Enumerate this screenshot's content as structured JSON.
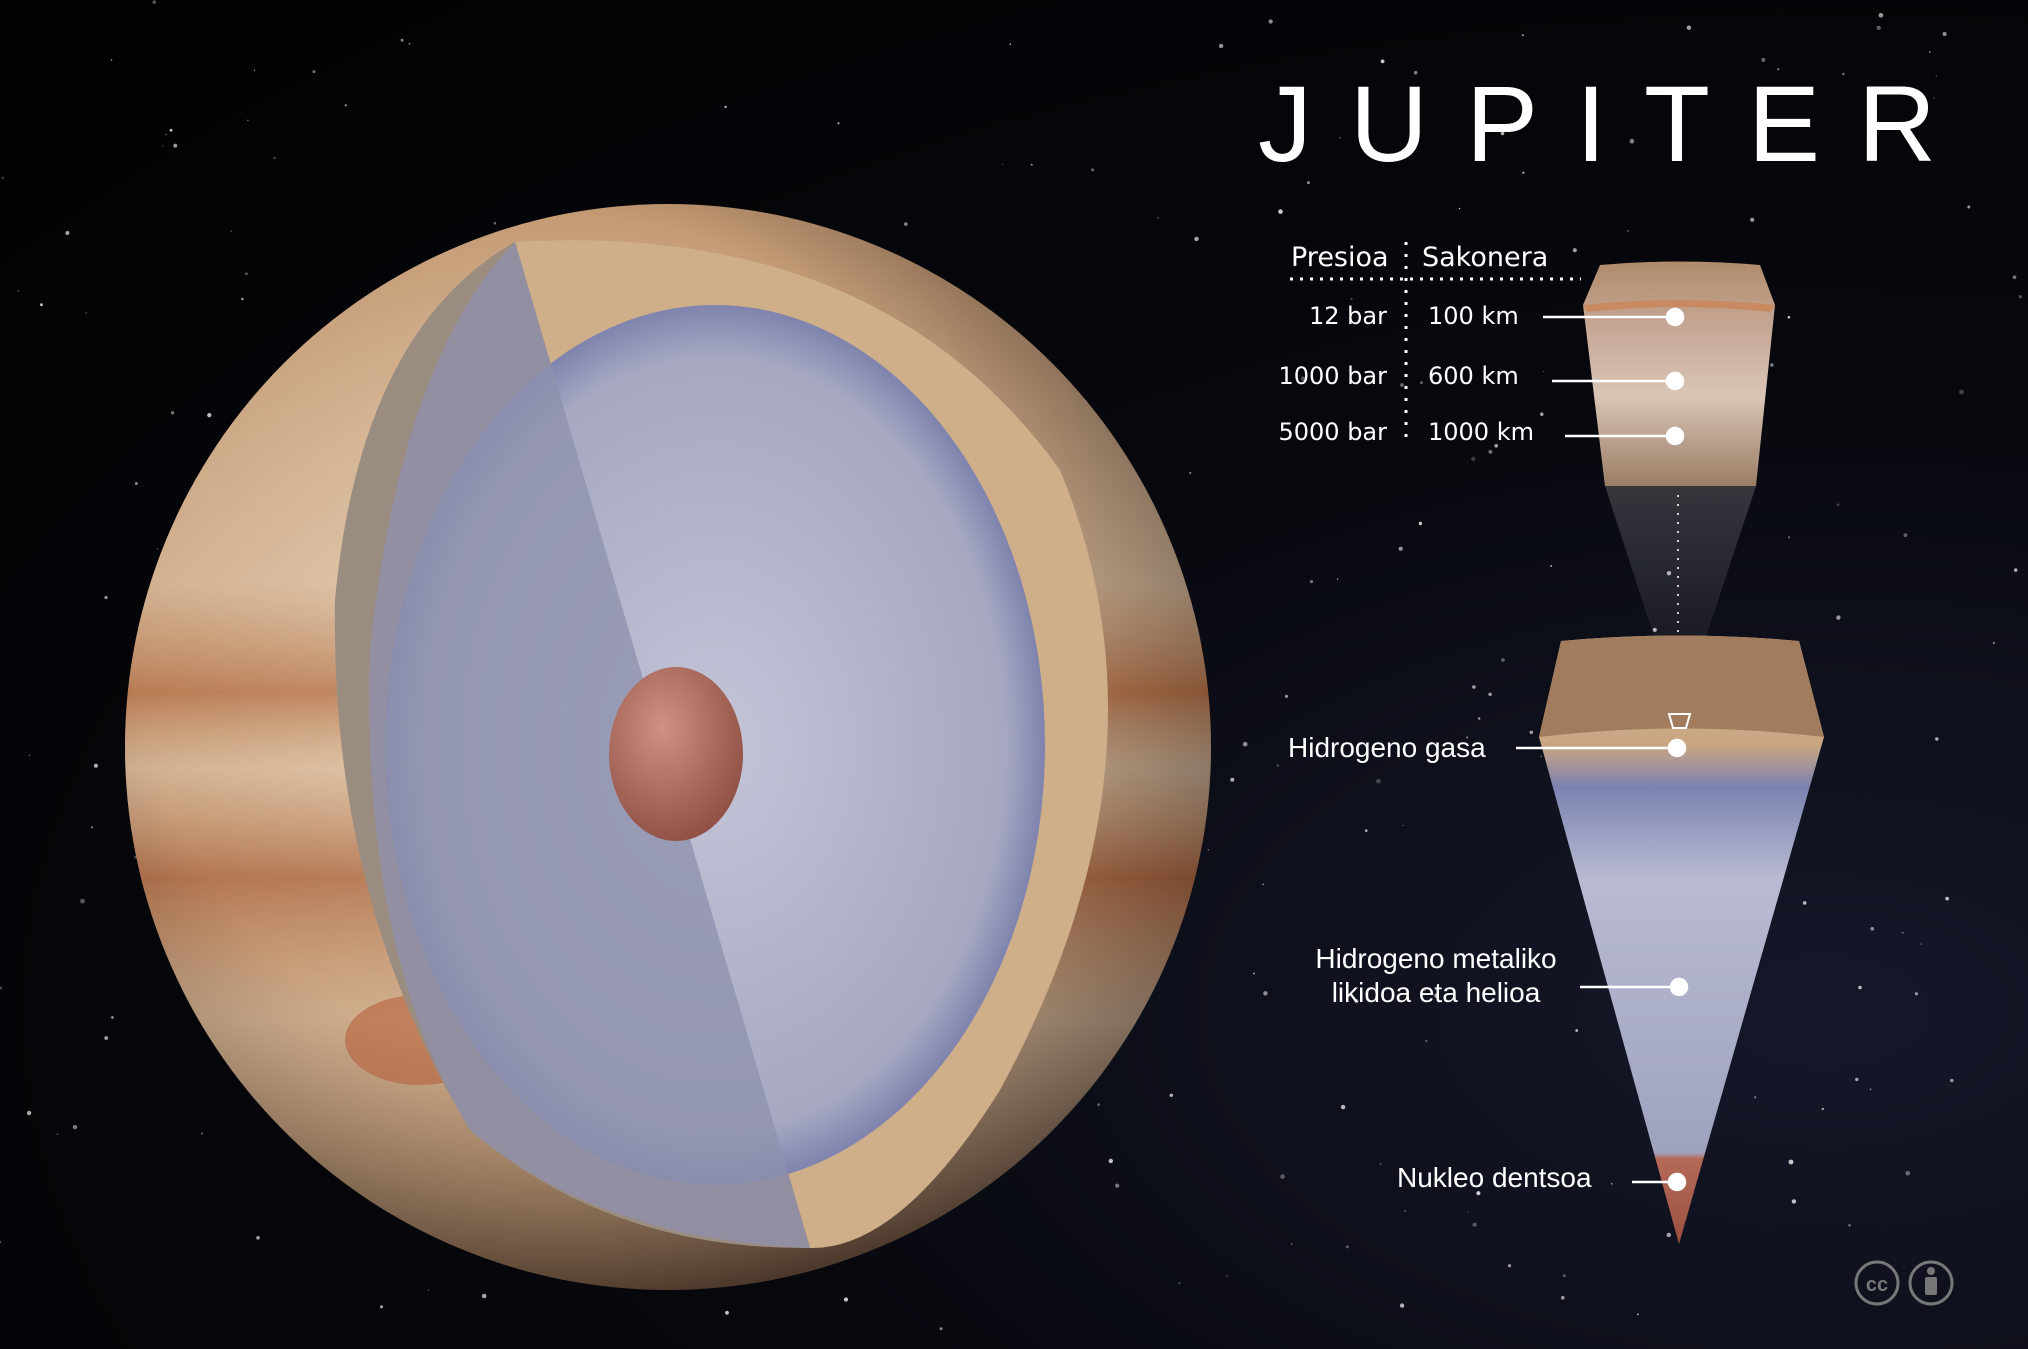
{
  "title": "JUPITER",
  "table": {
    "headers": [
      "Presioa",
      "Sakonera"
    ],
    "rows": [
      {
        "pressure": "12 bar",
        "depth": "100 km"
      },
      {
        "pressure": "1000 bar",
        "depth": "600 km"
      },
      {
        "pressure": "5000 bar",
        "depth": "1000 km"
      }
    ]
  },
  "layers": [
    {
      "label": "Hidrogeno gasa"
    },
    {
      "label_line1": "Hidrogeno metaliko",
      "label_line2": "likidoa eta helioa"
    },
    {
      "label": "Nukleo dentsoa"
    }
  ],
  "license": {
    "icons": [
      "cc-icon",
      "attribution-icon"
    ]
  },
  "colors": {
    "background": "#020203",
    "bands": "#c9a07a",
    "interior": "#a9abc6",
    "core": "#b06a5a"
  }
}
